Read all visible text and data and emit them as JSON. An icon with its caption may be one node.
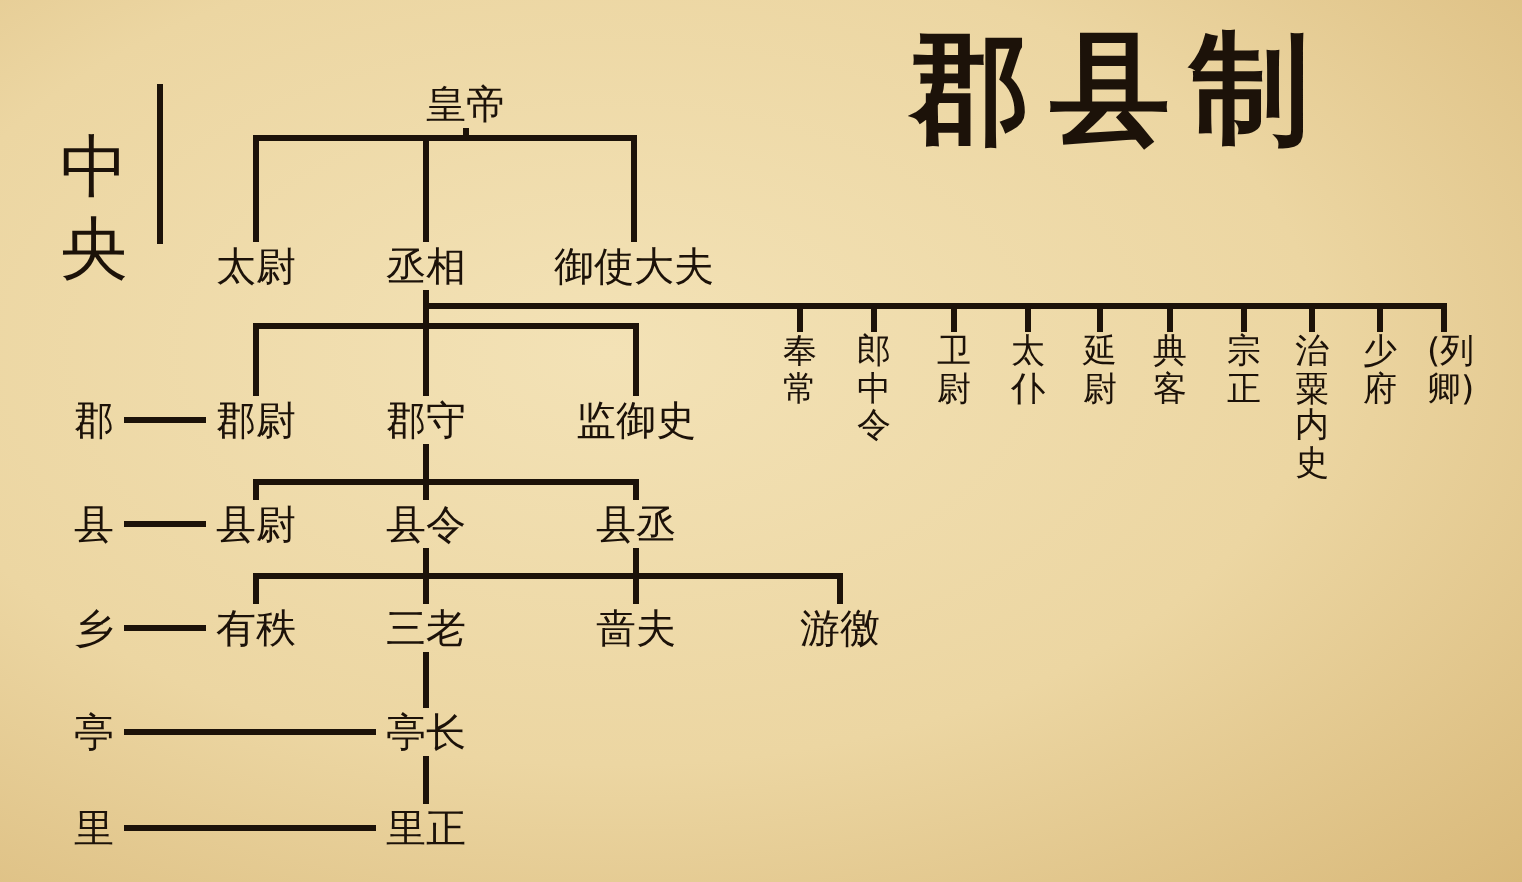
{
  "diagram": {
    "title": "郡县制",
    "nodes": [
      {
        "text": [
          "皇帝"
        ]
      },
      {
        "text": [
          "太尉"
        ]
      },
      {
        "text": [
          "丞相"
        ]
      },
      {
        "text": [
          "御使大夫"
        ]
      },
      {
        "text": [
          "郡"
        ]
      },
      {
        "text": [
          "郡尉"
        ]
      },
      {
        "text": [
          "郡守"
        ]
      },
      {
        "text": [
          "监御史"
        ]
      },
      {
        "text": [
          "县"
        ]
      },
      {
        "text": [
          "县尉"
        ]
      },
      {
        "text": [
          "县令"
        ]
      },
      {
        "text": [
          "县丞"
        ]
      },
      {
        "text": [
          "乡"
        ]
      },
      {
        "text": [
          "有秩"
        ]
      },
      {
        "text": [
          "三老"
        ]
      },
      {
        "text": [
          "啬夫"
        ]
      },
      {
        "text": [
          "游徼"
        ]
      },
      {
        "text": [
          "亭"
        ]
      },
      {
        "text": [
          "亭长"
        ]
      },
      {
        "text": [
          "里"
        ]
      },
      {
        "text": [
          "里正"
        ]
      },
      {
        "text": [
          "奉常"
        ]
      },
      {
        "text": [
          "郎中令"
        ]
      },
      {
        "text": [
          "卫尉"
        ]
      },
      {
        "text": [
          "太仆"
        ]
      },
      {
        "text": [
          "延尉"
        ]
      },
      {
        "text": [
          "典客"
        ]
      },
      {
        "text": [
          "宗正"
        ]
      },
      {
        "text": [
          "治粟内史"
        ]
      },
      {
        "text": [
          "少府"
        ]
      },
      {
        "text": [
          "(列卿)"
        ]
      }
    ],
    "edges": [
      {
        "from": 0,
        "to": 1,
        "arrow": "none"
      },
      {
        "from": 0,
        "to": 2,
        "arrow": "none"
      },
      {
        "from": 0,
        "to": 3,
        "arrow": "none"
      },
      {
        "from": 2,
        "to": 5,
        "arrow": "none"
      },
      {
        "from": 2,
        "to": 6,
        "arrow": "none"
      },
      {
        "from": 2,
        "to": 7,
        "arrow": "none"
      },
      {
        "from": 2,
        "to": 21,
        "arrow": "none"
      },
      {
        "from": 2,
        "to": 22,
        "arrow": "none"
      },
      {
        "from": 2,
        "to": 23,
        "arrow": "none"
      },
      {
        "from": 2,
        "to": 24,
        "arrow": "none"
      },
      {
        "from": 2,
        "to": 25,
        "arrow": "none"
      },
      {
        "from": 2,
        "to": 26,
        "arrow": "none"
      },
      {
        "from": 2,
        "to": 27,
        "arrow": "none"
      },
      {
        "from": 2,
        "to": 28,
        "arrow": "none"
      },
      {
        "from": 2,
        "to": 29,
        "arrow": "none"
      },
      {
        "from": 2,
        "to": 30,
        "arrow": "none"
      },
      {
        "from": 4,
        "to": 5,
        "arrow": "none"
      },
      {
        "from": 6,
        "to": 9,
        "arrow": "none"
      },
      {
        "from": 6,
        "to": 10,
        "arrow": "none"
      },
      {
        "from": 6,
        "to": 11,
        "arrow": "none"
      },
      {
        "from": 8,
        "to": 9,
        "arrow": "none"
      },
      {
        "from": 10,
        "to": 13,
        "arrow": "none"
      },
      {
        "from": 10,
        "to": 14,
        "arrow": "none"
      },
      {
        "from": 10,
        "to": 15,
        "arrow": "none"
      },
      {
        "from": 10,
        "to": 16,
        "arrow": "none"
      },
      {
        "from": 11,
        "to": 15,
        "arrow": "none"
      },
      {
        "from": 12,
        "to": 13,
        "arrow": "none"
      },
      {
        "from": 14,
        "to": 18,
        "arrow": "none"
      },
      {
        "from": 17,
        "to": 18,
        "arrow": "none"
      },
      {
        "from": 18,
        "to": 20,
        "arrow": "none"
      },
      {
        "from": 19,
        "to": 20,
        "arrow": "none"
      }
    ],
    "labels": [
      "中央"
    ]
  }
}
